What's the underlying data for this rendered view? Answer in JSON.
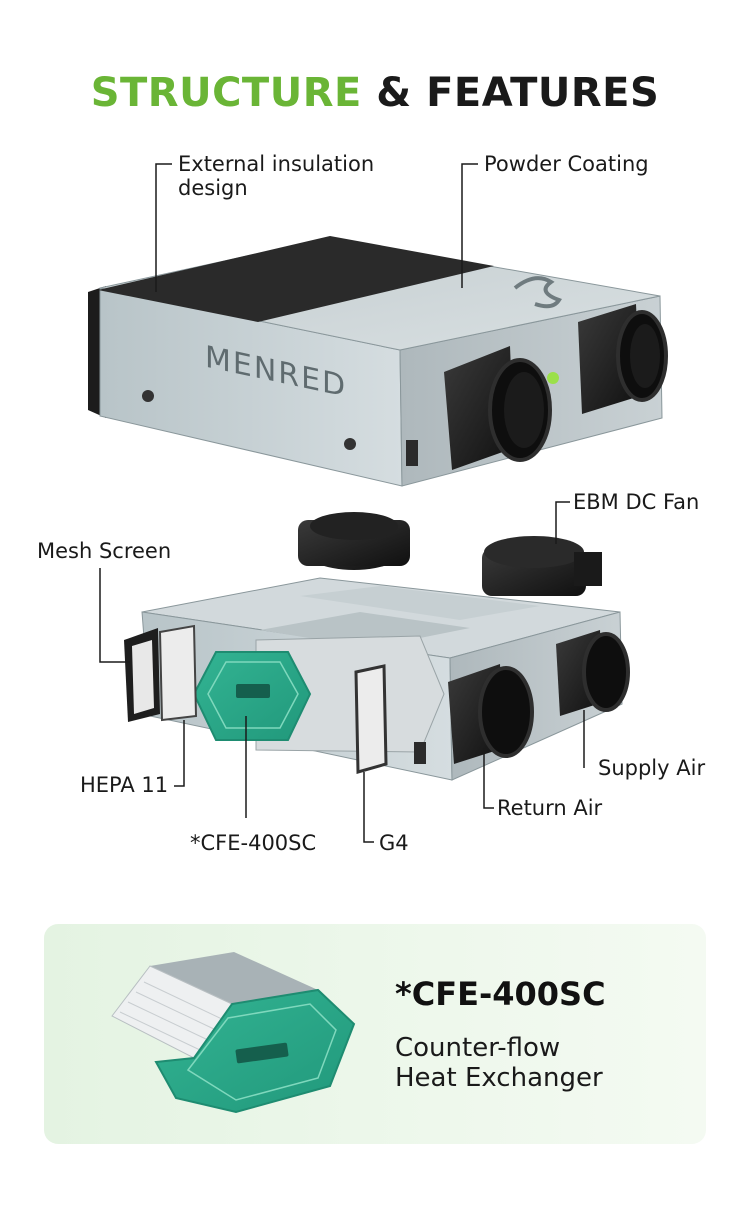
{
  "title": {
    "part1": "STRUCTURE",
    "part2": "& FEATURES",
    "accent": "#6ab536"
  },
  "brand": "MENRED",
  "labels": {
    "external_line1": "External insulation",
    "external_line2": "design",
    "powder": "Powder Coating",
    "ebm": "EBM DC Fan",
    "mesh": "Mesh Screen",
    "supply": "Supply Air",
    "return": "Return Air",
    "hepa": "HEPA 11",
    "cfe": "*CFE-400SC",
    "g4": "G4"
  },
  "panel": {
    "model": "*CFE-400SC",
    "line1": "Counter-flow",
    "line2": "Heat Exchanger",
    "core_color": "#2aa88a"
  }
}
